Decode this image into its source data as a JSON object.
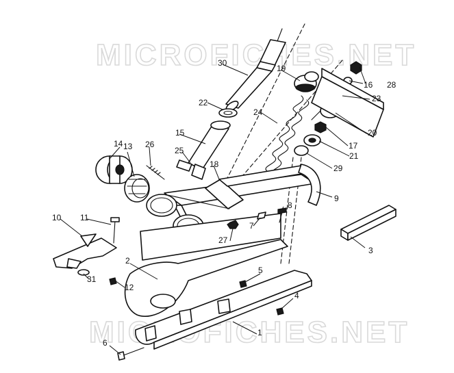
{
  "watermark": {
    "top": "MICROFICHES.NET",
    "bottom": "MICROFICHES.NET"
  },
  "callouts": [
    {
      "id": "c1",
      "text": "1"
    },
    {
      "id": "c2",
      "text": "2"
    },
    {
      "id": "c3",
      "text": "3"
    },
    {
      "id": "c4",
      "text": "4"
    },
    {
      "id": "c5",
      "text": "5"
    },
    {
      "id": "c6",
      "text": "6"
    },
    {
      "id": "c7",
      "text": "7"
    },
    {
      "id": "c8",
      "text": "8"
    },
    {
      "id": "c9",
      "text": "9"
    },
    {
      "id": "c10",
      "text": "10"
    },
    {
      "id": "c11",
      "text": "11"
    },
    {
      "id": "c12",
      "text": "12"
    },
    {
      "id": "c13",
      "text": "13"
    },
    {
      "id": "c14",
      "text": "14"
    },
    {
      "id": "c15",
      "text": "15"
    },
    {
      "id": "c16",
      "text": "16"
    },
    {
      "id": "c17",
      "text": "17"
    },
    {
      "id": "c18",
      "text": "18"
    },
    {
      "id": "c19",
      "text": "19"
    },
    {
      "id": "c20",
      "text": "20"
    },
    {
      "id": "c21",
      "text": "21"
    },
    {
      "id": "c22",
      "text": "22"
    },
    {
      "id": "c23",
      "text": "23"
    },
    {
      "id": "c24",
      "text": "24"
    },
    {
      "id": "c25",
      "text": "25"
    },
    {
      "id": "c26",
      "text": "26"
    },
    {
      "id": "c27",
      "text": "27"
    },
    {
      "id": "c28",
      "text": "28"
    },
    {
      "id": "c29",
      "text": "29"
    },
    {
      "id": "c30",
      "text": "30"
    },
    {
      "id": "c31",
      "text": "31"
    }
  ]
}
